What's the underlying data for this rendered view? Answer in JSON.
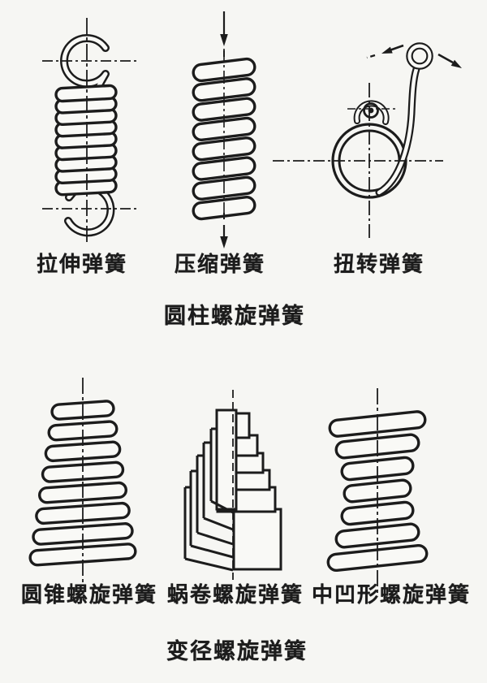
{
  "figure": {
    "top_row": {
      "items": [
        {
          "label": "拉伸弹簧",
          "icon": "tension-spring-drawing"
        },
        {
          "label": "压缩弹簧",
          "icon": "compression-spring-drawing"
        },
        {
          "label": "扭转弹簧",
          "icon": "torsion-spring-drawing"
        }
      ],
      "caption": "圆柱螺旋弹簧"
    },
    "bottom_row": {
      "items": [
        {
          "label": "圆锥螺旋弹簧",
          "icon": "conical-spring-drawing"
        },
        {
          "label": "蜗卷螺旋弹簧",
          "icon": "volute-spring-drawing"
        },
        {
          "label": "中凹形螺旋弹簧",
          "icon": "concave-spring-drawing"
        }
      ],
      "caption": "变径螺旋弹簧"
    },
    "colors": {
      "ink": "#1c1c1c",
      "paper": "#f6f6f3"
    }
  }
}
